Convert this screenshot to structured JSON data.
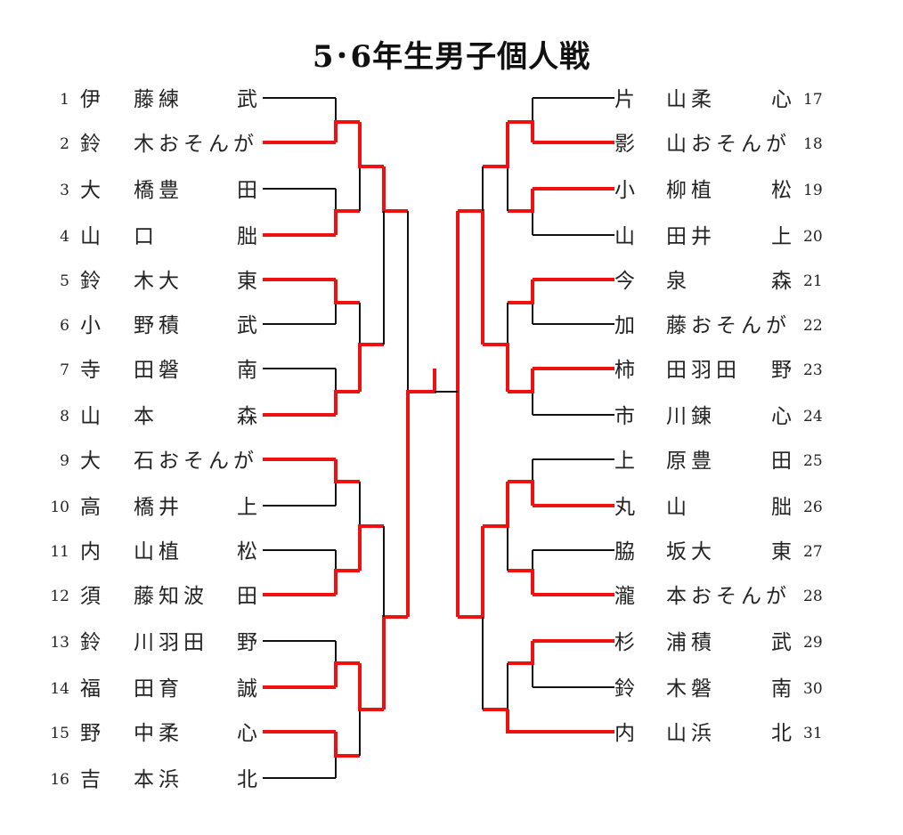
{
  "title": "5･6年生男子個人戦",
  "left_players": [
    {
      "seed": "1",
      "name": [
        "伊",
        "藤練",
        "武"
      ],
      "won": false
    },
    {
      "seed": "2",
      "name": [
        "鈴",
        "木おそんが",
        ""
      ],
      "won": true
    },
    {
      "seed": "3",
      "name": [
        "大",
        "橋豊",
        "田"
      ],
      "won": false
    },
    {
      "seed": "4",
      "name": [
        "山",
        "口",
        "朏"
      ],
      "won": true
    },
    {
      "seed": "5",
      "name": [
        "鈴",
        "木大",
        "東"
      ],
      "won": true
    },
    {
      "seed": "6",
      "name": [
        "小",
        "野積",
        "武"
      ],
      "won": false
    },
    {
      "seed": "7",
      "name": [
        "寺",
        "田磐",
        "南"
      ],
      "won": false
    },
    {
      "seed": "8",
      "name": [
        "山",
        "本",
        "森"
      ],
      "won": true
    },
    {
      "seed": "9",
      "name": [
        "大",
        "石おそんが",
        ""
      ],
      "won": true
    },
    {
      "seed": "10",
      "name": [
        "高",
        "橋井",
        "上"
      ],
      "won": false
    },
    {
      "seed": "11",
      "name": [
        "内",
        "山植",
        "松"
      ],
      "won": false
    },
    {
      "seed": "12",
      "name": [
        "須",
        "藤知波",
        "田"
      ],
      "won": true
    },
    {
      "seed": "13",
      "name": [
        "鈴",
        "川羽田",
        "野"
      ],
      "won": false
    },
    {
      "seed": "14",
      "name": [
        "福",
        "田育",
        "誠"
      ],
      "won": true
    },
    {
      "seed": "15",
      "name": [
        "野",
        "中柔",
        "心"
      ],
      "won": true
    },
    {
      "seed": "16",
      "name": [
        "吉",
        "本浜",
        "北"
      ],
      "won": false
    }
  ],
  "right_players": [
    {
      "seed": "17",
      "name": [
        "片",
        "山柔",
        "心"
      ],
      "won": false
    },
    {
      "seed": "18",
      "name": [
        "影",
        "山おそんが",
        ""
      ],
      "won": true
    },
    {
      "seed": "19",
      "name": [
        "小",
        "柳植",
        "松"
      ],
      "won": true
    },
    {
      "seed": "20",
      "name": [
        "山",
        "田井",
        "上"
      ],
      "won": false
    },
    {
      "seed": "21",
      "name": [
        "今",
        "泉",
        "森"
      ],
      "won": true
    },
    {
      "seed": "22",
      "name": [
        "加",
        "藤おそんが",
        ""
      ],
      "won": false
    },
    {
      "seed": "23",
      "name": [
        "柿",
        "田羽田",
        "野"
      ],
      "won": true
    },
    {
      "seed": "24",
      "name": [
        "市",
        "川錬",
        "心"
      ],
      "won": false
    },
    {
      "seed": "25",
      "name": [
        "上",
        "原豊",
        "田"
      ],
      "won": false
    },
    {
      "seed": "26",
      "name": [
        "丸",
        "山",
        "朏"
      ],
      "won": true
    },
    {
      "seed": "27",
      "name": [
        "脇",
        "坂大",
        "東"
      ],
      "won": false
    },
    {
      "seed": "28",
      "name": [
        "瀧",
        "本おそんが",
        ""
      ],
      "won": true
    },
    {
      "seed": "29",
      "name": [
        "杉",
        "浦積",
        "武"
      ],
      "won": true
    },
    {
      "seed": "30",
      "name": [
        "鈴",
        "木磐",
        "南"
      ],
      "won": false
    },
    {
      "seed": "31",
      "name": [
        "内",
        "山浜",
        "北"
      ],
      "won": true
    }
  ],
  "colors": {
    "winner_line": "#ee1111",
    "loser_line": "#111111",
    "text": "#222222"
  }
}
